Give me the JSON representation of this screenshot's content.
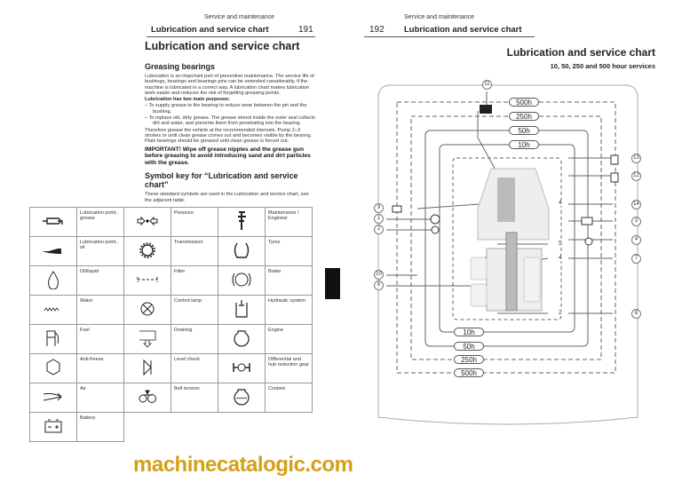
{
  "left_page": {
    "header_section": "Service and maintenance",
    "header_title": "Lubrication and service chart",
    "page_number": "191",
    "title": "Lubrication and service chart",
    "greasing_heading": "Greasing bearings",
    "intro": "Lubrication is an important part of preventive maintenance. The service life of bushings, bearings and bearings pins can be extended considerably, if the machine is lubricated in a correct way. A lubrication chart makes lubrication work easier and reduces the risk of forgetting greasing points.",
    "purposes_heading": "Lubrication has two main purposes:",
    "purposes": [
      "– To supply grease to the bearing to reduce wear between the pin and the bushing.",
      "– To replace old, dirty grease. The grease stored inside the outer seal collects dirt and water, and prevents them from penetrating into the bearing."
    ],
    "therefore": "Therefore grease the vehicle at the recommended intervals. Pump 2–3 strokes or until clean grease comes out and becomes visible by the bearing. Plain bearings should be greased until clean grease is forced out.",
    "important": "IMPORTANT! Wipe off grease nipples and the grease gun before greasing to avoid introducing sand and dirt particles with the grease.",
    "symbol_heading": "Symbol key for “Lubrication and service chart”",
    "symbol_intro": "These standard symbols are used in the Lubrication and service chart, see the adjacent table.",
    "symbols": [
      [
        "Lubrication point, grease",
        "Pressure",
        "Maintenance / Engineer"
      ],
      [
        "Lubrication point, oil",
        "Transmission",
        "Tyres"
      ],
      [
        "Oil/liquid",
        "Filter",
        "Brake"
      ],
      [
        "Water",
        "Control lamp",
        "Hydraulic system"
      ],
      [
        "Fuel",
        "Draining",
        "Engine"
      ],
      [
        "Anti-freeze",
        "Level check",
        "Differential and hub reduction gear"
      ],
      [
        "Air",
        "Belt tension",
        "Coolant"
      ],
      [
        "Battery"
      ]
    ]
  },
  "right_page": {
    "page_number": "192",
    "header_section": "Service and maintenance",
    "header_title": "Lubrication and service chart",
    "title": "Lubrication and service chart",
    "subtitle": "10, 50, 250 and 500 hour services",
    "intervals_top": [
      "500h",
      "250h",
      "50h",
      "10h"
    ],
    "intervals_bottom": [
      "10h",
      "50h",
      "250h",
      "500h"
    ],
    "callouts_left": [
      "9",
      "1",
      "2",
      "10",
      "6"
    ],
    "callouts_right": [
      "13",
      "12",
      "14",
      "3",
      "4",
      "7",
      "8"
    ],
    "callout_top": "11",
    "inner_numbers": [
      "4",
      "5",
      "4",
      "2"
    ]
  },
  "watermark": "machinecatalogic.com",
  "colors": {
    "watermark": "#d4a017",
    "tab": "#111111"
  }
}
